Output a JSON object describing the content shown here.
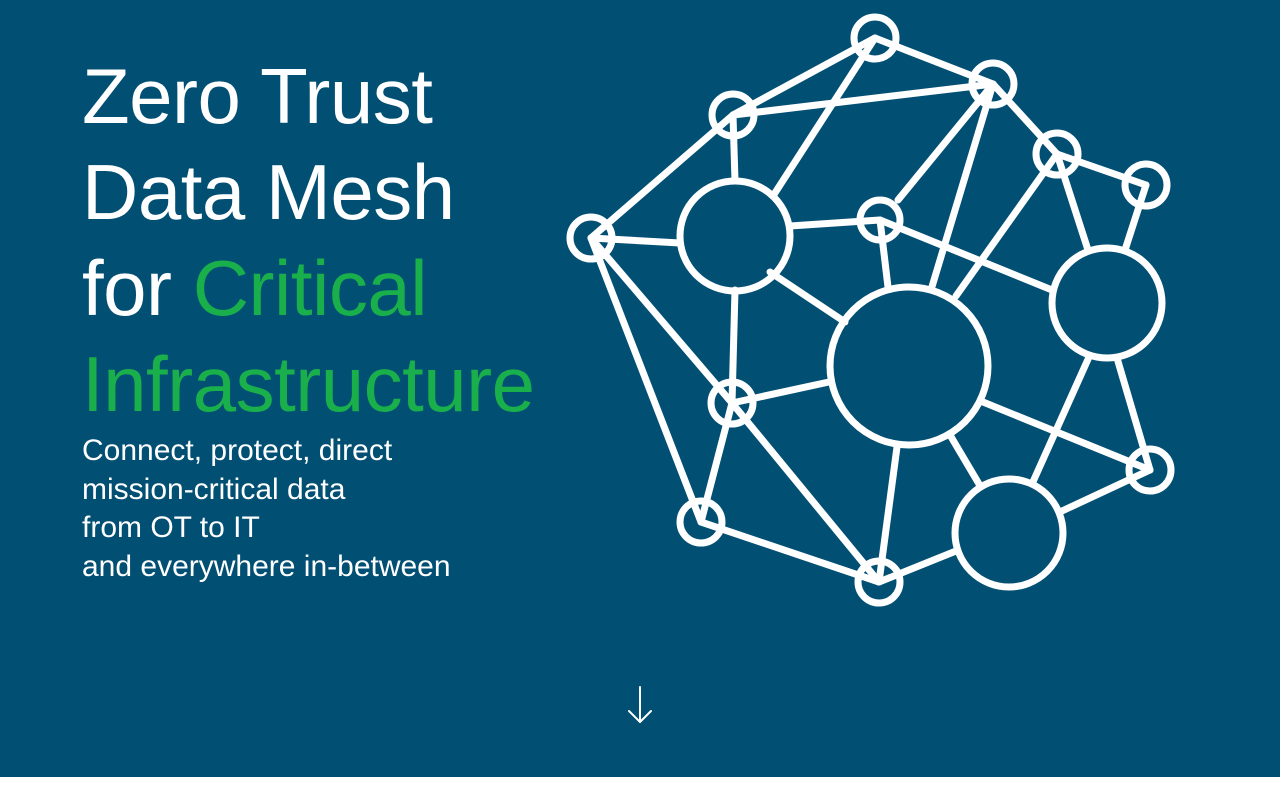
{
  "hero": {
    "headline": {
      "line1": "Zero Trust",
      "line2": "Data Mesh",
      "line3_prefix": "for ",
      "line3_accent": "Critical",
      "line4_accent": "Infrastructure"
    },
    "subtitle": {
      "lines": [
        "Connect, protect, direct",
        "mission-critical data",
        "from OT to IT",
        "and everywhere in-between"
      ]
    },
    "scroll_icon": "arrow-down-icon",
    "mesh_icon": "network-mesh-illustration"
  },
  "colors": {
    "background": "#024f74",
    "accent": "#19b04b",
    "text": "#ffffff",
    "page_below": "#ffffff"
  }
}
